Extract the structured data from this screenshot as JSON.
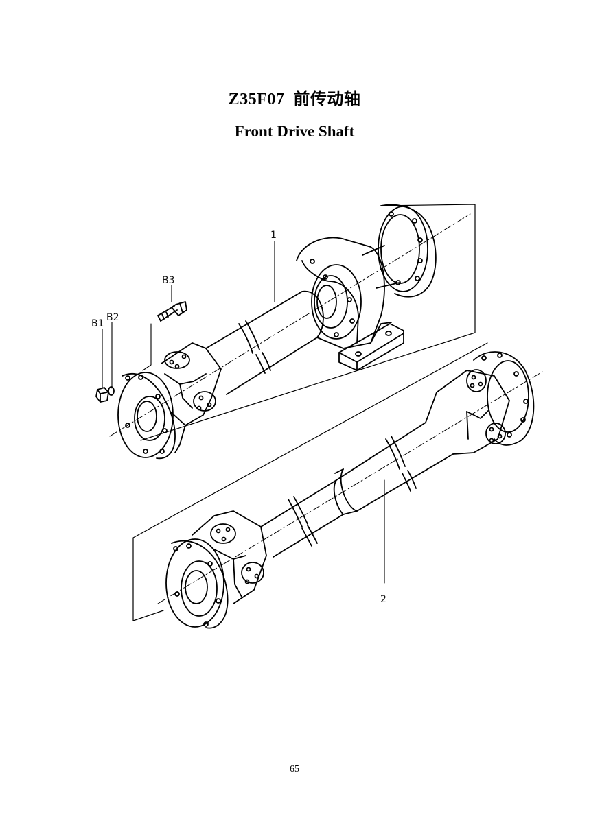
{
  "header": {
    "code": "Z35F07",
    "title_cn": "前传动轴",
    "title_en": "Front Drive Shaft"
  },
  "callouts": [
    {
      "id": "1",
      "label": "1"
    },
    {
      "id": "2",
      "label": "2"
    },
    {
      "id": "B1",
      "label": "B1"
    },
    {
      "id": "B2",
      "label": "B2"
    },
    {
      "id": "B3",
      "label": "B3"
    }
  ],
  "footer": {
    "page_number": "65"
  }
}
